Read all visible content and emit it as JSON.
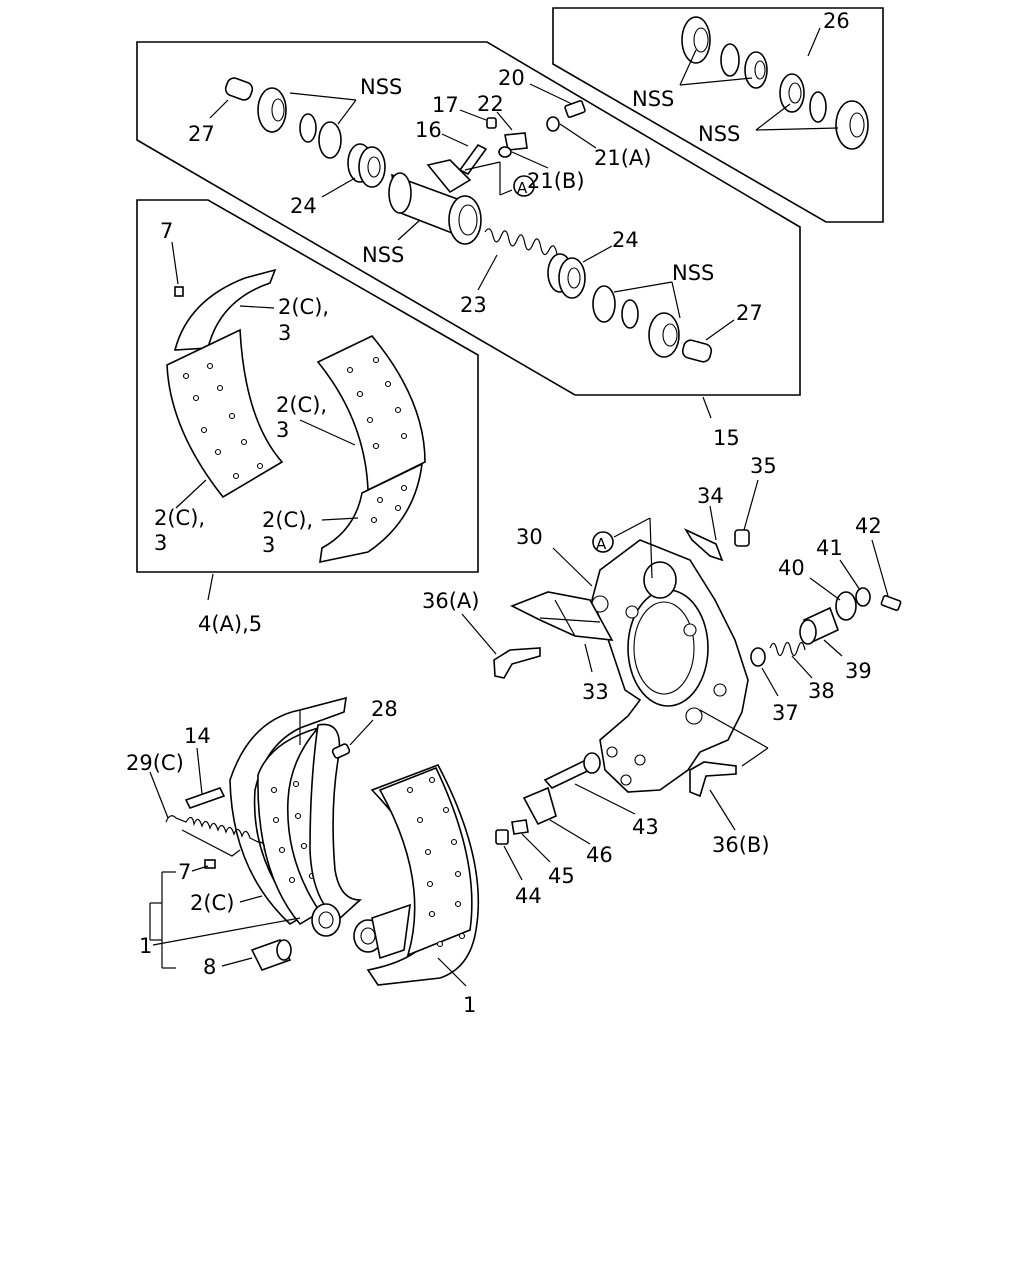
{
  "labels": {
    "l26": "26",
    "l20": "20",
    "l17": "17",
    "l22": "22",
    "l16": "16",
    "l21a": "21(A)",
    "l21b": "21(B)",
    "circleA1": "A",
    "circleA2": "A",
    "l27a": "27",
    "l27b": "27",
    "l24a": "24",
    "l24b": "24",
    "l23": "23",
    "l15": "15",
    "nss1": "NSS",
    "nss2": "NSS",
    "nss3": "NSS",
    "nss4": "NSS",
    "nss5": "NSS",
    "l7a": "7",
    "l2c_1a": "2(C),",
    "l2c_1b": "3",
    "l2c_2a": "2(C),",
    "l2c_2b": "3",
    "l2c_3a": "2(C),",
    "l2c_3b": "3",
    "l2c_4a": "2(C),",
    "l2c_4b": "3",
    "l4a5": "4(A),5",
    "l34": "34",
    "l35": "35",
    "l30": "30",
    "l42": "42",
    "l41": "41",
    "l40": "40",
    "l36a": "36(A)",
    "l39": "39",
    "l38": "38",
    "l37": "37",
    "l33": "33",
    "l28": "28",
    "l14": "14",
    "l29c": "29(C)",
    "l43": "43",
    "l46": "46",
    "l36b": "36(B)",
    "l45": "45",
    "l44": "44",
    "l7b": "7",
    "l2c_5": "2(C)",
    "l1a": "1",
    "l8": "8",
    "l1b": "1"
  }
}
